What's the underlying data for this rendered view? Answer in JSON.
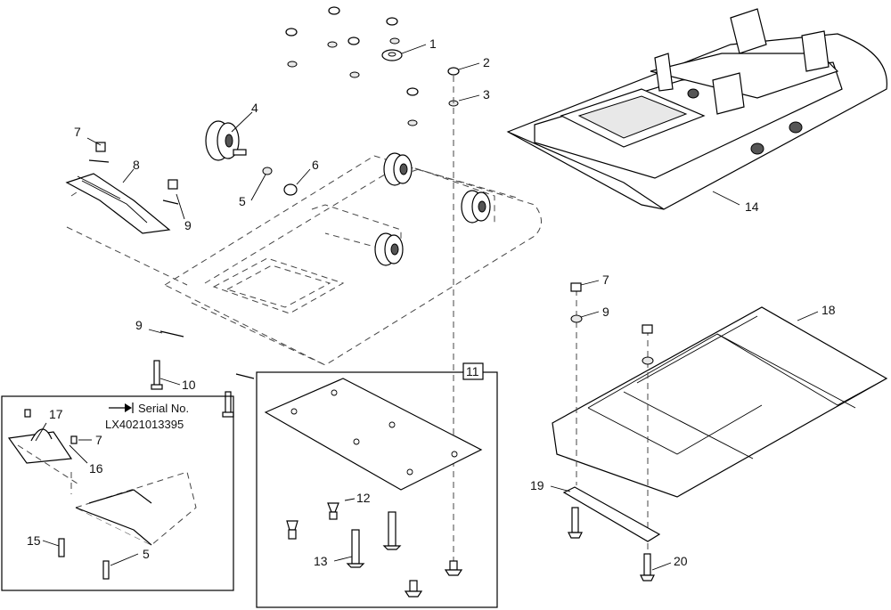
{
  "callouts": {
    "c1": "1",
    "c2": "2",
    "c3": "3",
    "c4": "4",
    "c5": "5",
    "c6": "6",
    "c7": "7",
    "c8": "8",
    "c9": "9",
    "c10": "10",
    "c9b": "9",
    "c11": "11",
    "c12": "12",
    "c13": "13",
    "c14": "14",
    "c7b": "7",
    "c9c": "9",
    "c18": "18",
    "c19": "19",
    "c20": "20"
  },
  "inset": {
    "serial_label": "Serial No.",
    "serial_number": "LX4021013395",
    "c17": "17",
    "c7": "7",
    "c16": "16",
    "c15": "15",
    "c5": "5"
  }
}
